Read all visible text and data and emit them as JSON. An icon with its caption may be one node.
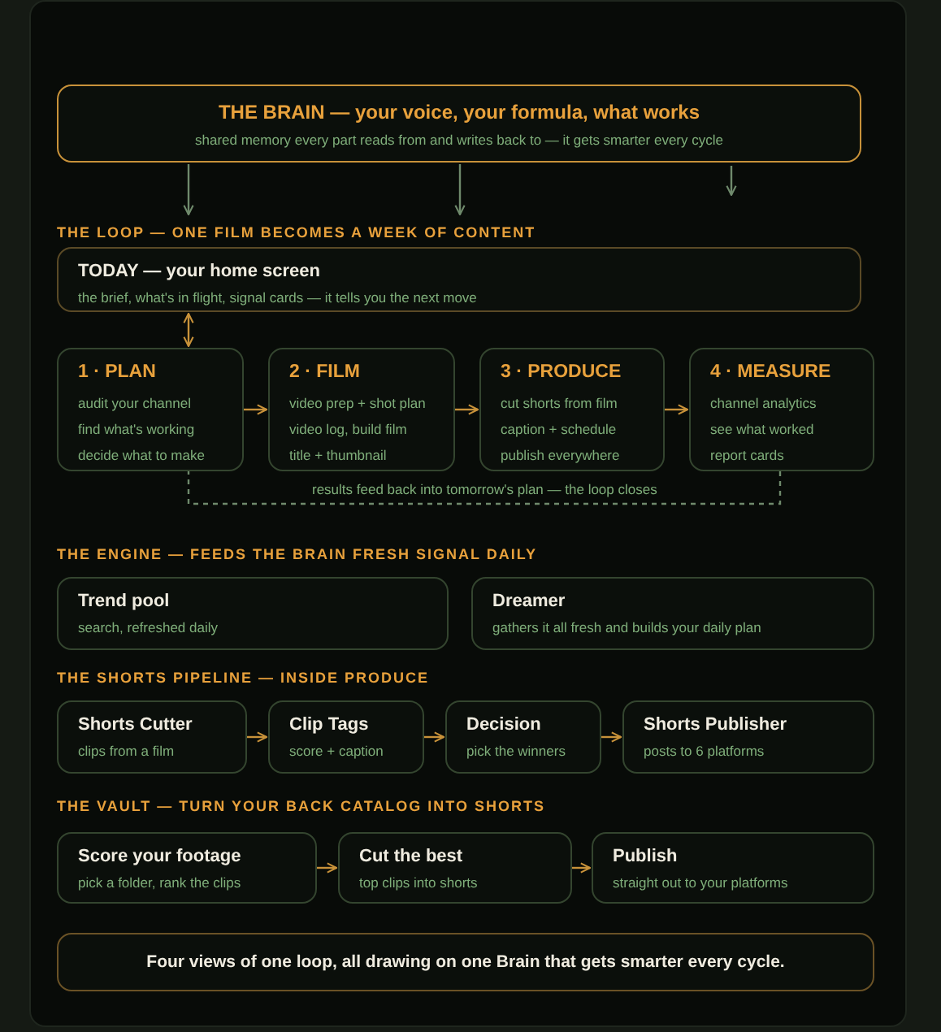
{
  "diagram": {
    "nodes": [
      {
        "text": [
          "THE BRAIN — your voice, your formula, what works",
          "shared memory every part reads from and writes back to — it gets smarter every cycle"
        ]
      },
      {
        "text": [
          "THE LOOP — ONE FILM BECOMES A WEEK OF CONTENT"
        ]
      },
      {
        "text": [
          "TODAY — your home screen",
          "the brief, what's in flight, signal cards — it tells you the next move"
        ]
      },
      {
        "text": [
          "1 · PLAN",
          "audit your channel",
          "find what's working",
          "decide what to make"
        ]
      },
      {
        "text": [
          "2 · FILM",
          "video prep + shot plan",
          "video log, build film",
          "title + thumbnail"
        ]
      },
      {
        "text": [
          "3 · PRODUCE",
          "cut shorts from film",
          "caption + schedule",
          "publish everywhere"
        ]
      },
      {
        "text": [
          "4 · MEASURE",
          "channel analytics",
          "see what worked",
          "report cards"
        ]
      },
      {
        "text": [
          "Trend pool",
          "search, refreshed daily"
        ]
      },
      {
        "text": [
          "Dreamer",
          "gathers it all fresh and builds your daily plan"
        ]
      },
      {
        "text": [
          "Shorts Cutter",
          "clips from a film"
        ]
      },
      {
        "text": [
          "Clip Tags",
          "score + caption"
        ]
      },
      {
        "text": [
          "Decision",
          "pick the winners"
        ]
      },
      {
        "text": [
          "Shorts Publisher",
          "posts to 6 platforms"
        ]
      },
      {
        "text": [
          "Score your footage",
          "pick a folder, rank the clips"
        ]
      },
      {
        "text": [
          "Cut the best",
          "top clips into shorts"
        ]
      },
      {
        "text": [
          "Publish",
          "straight out to your platforms"
        ]
      },
      {
        "text": [
          "Four views of one loop, all drawing on one Brain that gets smarter every cycle."
        ]
      }
    ],
    "edges": [
      {
        "from": 0,
        "to": 1,
        "arrow": "to",
        "color": "#6f8a6c"
      },
      {
        "from": 0,
        "to": 1,
        "arrow": "to",
        "color": "#6f8a6c"
      },
      {
        "from": 0,
        "to": null,
        "arrow": "to",
        "color": "#6f8a6c"
      },
      {
        "from": 2,
        "to": 3,
        "arrow": "both"
      },
      {
        "from": 3,
        "to": 4,
        "arrow": "to"
      },
      {
        "from": 4,
        "to": 5,
        "arrow": "to"
      },
      {
        "from": 5,
        "to": 6,
        "arrow": "to"
      },
      {
        "from": 6,
        "to": 3,
        "arrow": "none",
        "style": "dashed",
        "color": "#6f8a6c",
        "label": "results feed back into tomorrow's plan — the loop closes"
      },
      {
        "from": 9,
        "to": 10,
        "arrow": "to"
      },
      {
        "from": 10,
        "to": 11,
        "arrow": "to"
      },
      {
        "from": 11,
        "to": 12,
        "arrow": "to"
      },
      {
        "from": 13,
        "to": 14,
        "arrow": "to"
      },
      {
        "from": 14,
        "to": 15,
        "arrow": "to"
      }
    ],
    "labels": [
      "THE ENGINE — FEEDS THE BRAIN FRESH SIGNAL DAILY",
      "THE SHORTS PIPELINE — INSIDE PRODUCE",
      "THE VAULT — TURN YOUR BACK CATALOG INTO SHORTS"
    ]
  }
}
